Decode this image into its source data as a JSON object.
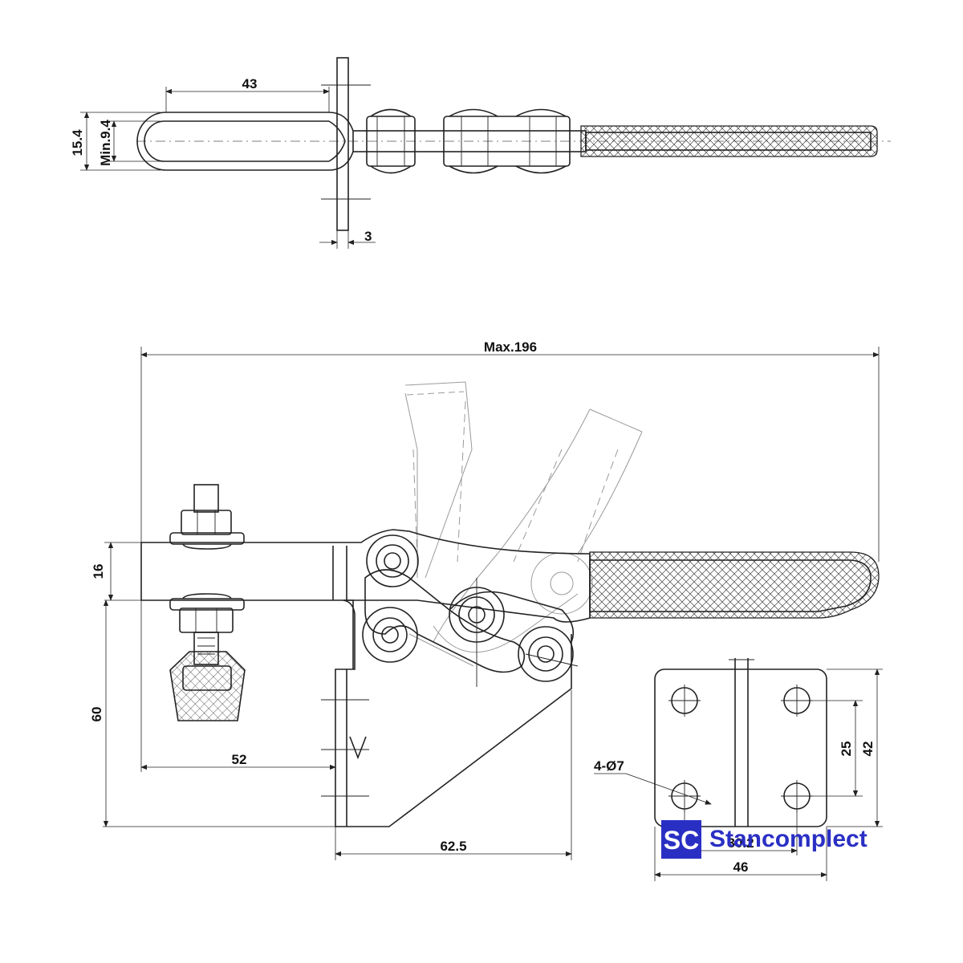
{
  "dimensions": {
    "top_handle_length": "43",
    "top_height_outer": "15.4",
    "top_height_inner": "Min.9.4",
    "top_plate_thickness": "3",
    "overall_length": "Max.196",
    "spindle_block_height": "16",
    "base_height": "60",
    "spindle_reach": "52",
    "base_length": "62.5",
    "hole_spec": "4-Ø7",
    "hole_spacing_vertical": "25",
    "plate_height": "42",
    "hole_spacing_horizontal": "30.2",
    "plate_width": "46"
  },
  "logo": {
    "mark": "SC",
    "name": "Stancomplect",
    "color": "#2a2fc4"
  }
}
